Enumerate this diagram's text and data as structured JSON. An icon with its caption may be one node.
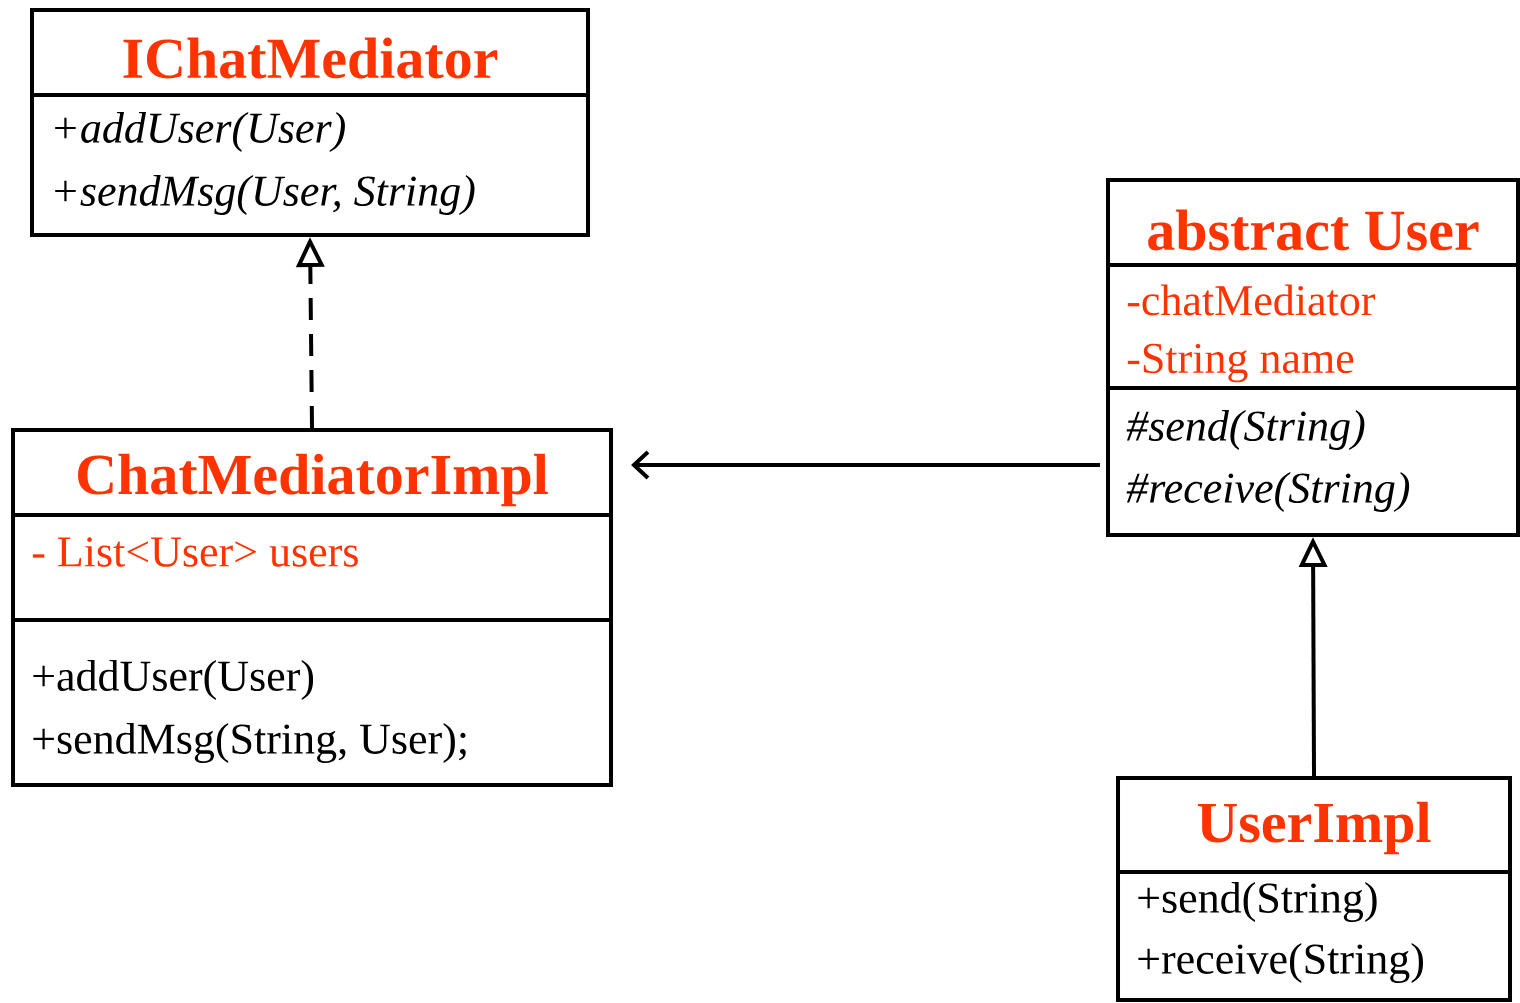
{
  "diagram": {
    "nodes": [
      {
        "text": [
          "IChatMediator",
          "+addUser(User)",
          "+sendMsg(User, String)"
        ]
      },
      {
        "text": [
          "ChatMediatorImpl",
          "- List<User> users",
          "+addUser(User)",
          "+sendMsg(String, User);"
        ]
      },
      {
        "text": [
          "abstract User",
          "-chatMediator",
          "-String name",
          "#send(String)",
          "#receive(String)"
        ]
      },
      {
        "text": [
          "UserImpl",
          "+send(String)",
          "+receive(String)"
        ]
      }
    ],
    "edges": [
      {
        "from": 1,
        "to": 0,
        "arrow": "to",
        "style": "dashed"
      },
      {
        "from": 2,
        "to": 1,
        "arrow": "to"
      },
      {
        "from": 3,
        "to": 2,
        "arrow": "to"
      }
    ]
  }
}
